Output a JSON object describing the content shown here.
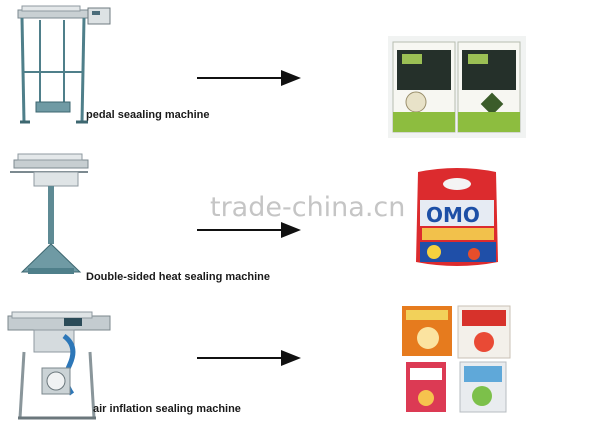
{
  "rows": [
    {
      "machine": "pedal-sealing-machine",
      "label": "pedal seaaling machine",
      "product": "tea-pouch-pair"
    },
    {
      "machine": "double-sided-heat-sealing-machine",
      "label": "Double-sided heat sealing machine",
      "product": "detergent-bag"
    },
    {
      "machine": "air-inflation-sealing-machine",
      "label": "air inflation sealing machine",
      "product": "snack-bags-grid"
    }
  ],
  "watermark": {
    "text": "trade-china.cn"
  },
  "colors": {
    "arrow": "#111111",
    "machine_frame": "#5a8a94",
    "machine_metal": "#b9c3c7",
    "tea_green": "#7fb23a",
    "detergent_blue": "#1f4fa8",
    "detergent_red": "#d8262b",
    "snack_orange": "#e57a1c"
  }
}
